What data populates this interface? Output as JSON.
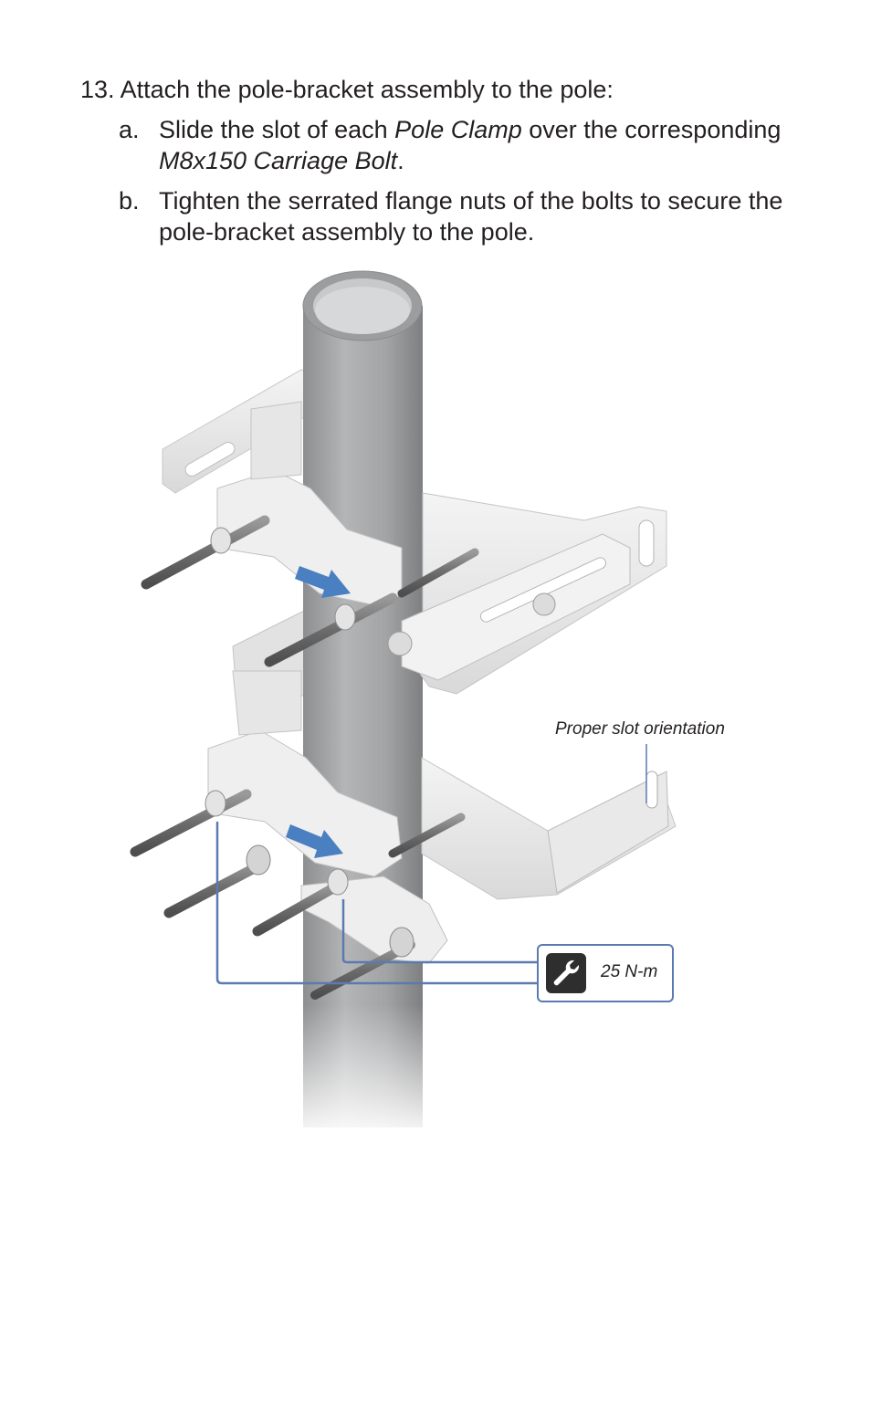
{
  "step": {
    "number": "13.",
    "text": "Attach the pole-bracket assembly to the pole:"
  },
  "substeps": [
    {
      "letter": "a.",
      "before": "Slide the slot of each ",
      "em1": "Pole Clamp",
      "middle": " over the corresponding ",
      "em2": "M8x150 Carriage Bolt",
      "after": "."
    },
    {
      "letter": "b.",
      "text": "Tighten the serrated flange nuts of the bolts to secure the pole-bracket assembly to the pole."
    }
  ],
  "figure": {
    "callout_label": "Proper slot orientation",
    "torque_value": "25 N-m",
    "torque_icon": "wrench-icon",
    "colors": {
      "pole": "#a9aaac",
      "bracket": "#ececec",
      "arrow": "#4a7fc1",
      "leader": "#5b7ab0"
    }
  }
}
